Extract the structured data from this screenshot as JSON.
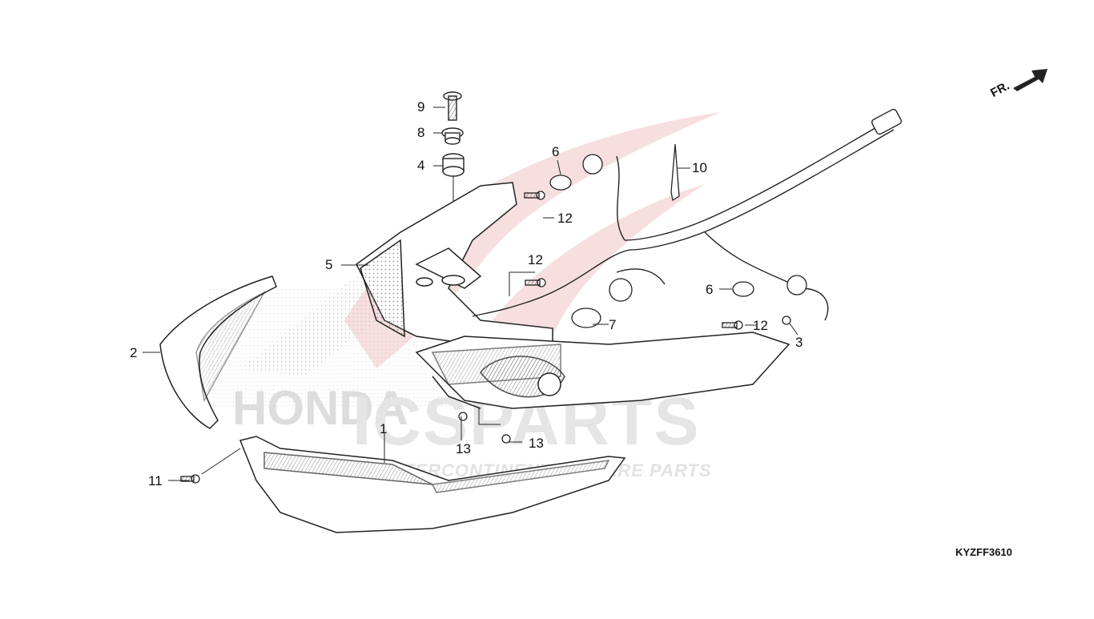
{
  "diagram": {
    "code": "KYZFF3610",
    "direction_label": "FR.",
    "callouts": [
      {
        "key": "c9",
        "text": "9"
      },
      {
        "key": "c8",
        "text": "8"
      },
      {
        "key": "c4",
        "text": "4"
      },
      {
        "key": "c6a",
        "text": "6"
      },
      {
        "key": "c10",
        "text": "10"
      },
      {
        "key": "c12a",
        "text": "12"
      },
      {
        "key": "c5",
        "text": "5"
      },
      {
        "key": "c12b",
        "text": "12"
      },
      {
        "key": "c6b",
        "text": "6"
      },
      {
        "key": "c7",
        "text": "7"
      },
      {
        "key": "c12c",
        "text": "12"
      },
      {
        "key": "c3",
        "text": "3"
      },
      {
        "key": "c2",
        "text": "2"
      },
      {
        "key": "c1",
        "text": "1"
      },
      {
        "key": "c13a",
        "text": "13"
      },
      {
        "key": "c13b",
        "text": "13"
      },
      {
        "key": "c11",
        "text": "11"
      }
    ]
  },
  "watermark": {
    "brand": "ICSPARTS",
    "tagline": "INTERCONTINENTAL SPARE PARTS",
    "colors": {
      "red": "#e8b8b8",
      "grey": "#d9d9d9"
    }
  }
}
